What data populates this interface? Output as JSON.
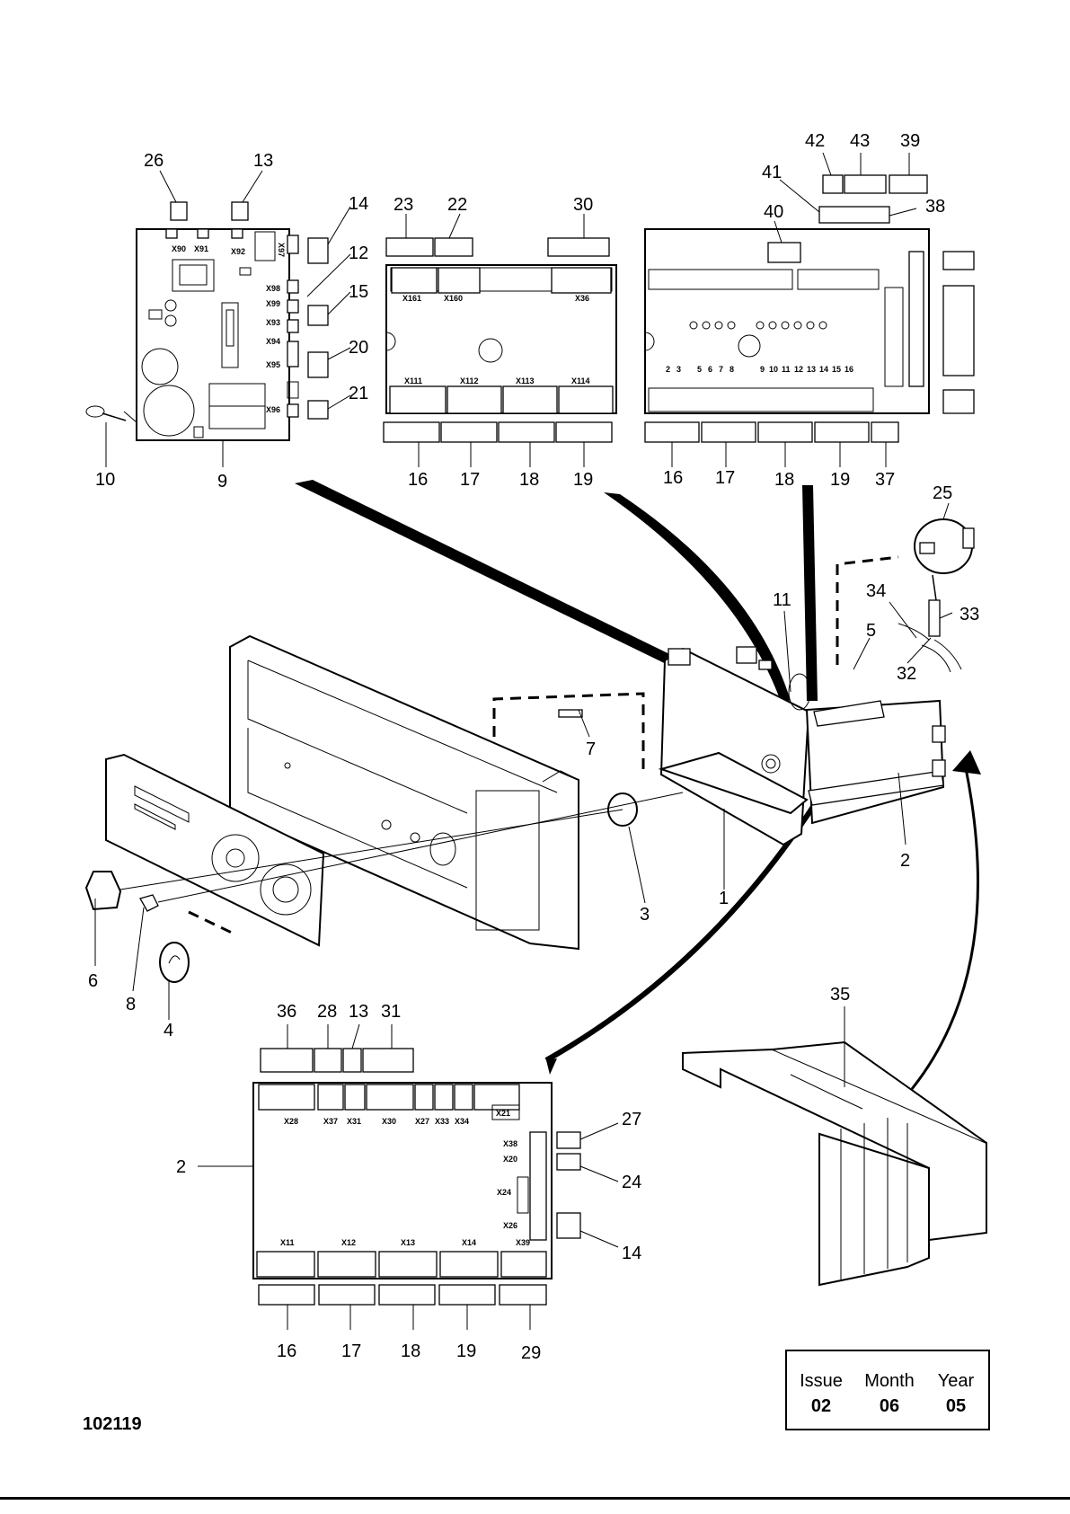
{
  "info": {
    "issue_label": "Issue",
    "month_label": "Month",
    "year_label": "Year",
    "issue": "02",
    "month": "06",
    "year": "05",
    "drawing_number": "102119"
  },
  "callouts": {
    "c1": "1",
    "c2": "2",
    "c2b": "2",
    "c3": "3",
    "c4": "4",
    "c5": "5",
    "c6": "6",
    "c7": "7",
    "c8": "8",
    "c9": "9",
    "c10": "10",
    "c11": "11",
    "c12": "12",
    "c13": "13",
    "c13b": "13",
    "c14": "14",
    "c14b": "14",
    "c15": "15",
    "c16a": "16",
    "c16b": "16",
    "c16c": "16",
    "c17a": "17",
    "c17b": "17",
    "c17c": "17",
    "c18a": "18",
    "c18b": "18",
    "c18c": "18",
    "c19a": "19",
    "c19b": "19",
    "c19c": "19",
    "c20": "20",
    "c21": "21",
    "c22": "22",
    "c23": "23",
    "c24": "24",
    "c25": "25",
    "c26": "26",
    "c27": "27",
    "c28": "28",
    "c29": "29",
    "c30": "30",
    "c31": "31",
    "c32": "32",
    "c33": "33",
    "c34": "34",
    "c35": "35",
    "c36": "36",
    "c37": "37",
    "c38": "38",
    "c39": "39",
    "c40": "40",
    "c41": "41",
    "c42": "42",
    "c43": "43"
  },
  "connectors": {
    "x90": "X90",
    "x91": "X91",
    "x92": "X92",
    "x97": "X97",
    "x98": "X98",
    "x99": "X99",
    "x93": "X93",
    "x94": "X94",
    "x95": "X95",
    "x96": "X96",
    "x161": "X161",
    "x160": "X160",
    "x36": "X36",
    "x111": "X111",
    "x112": "X112",
    "x113": "X113",
    "x114": "X114",
    "x28": "X28",
    "x37": "X37",
    "x31": "X31",
    "x30": "X30",
    "x27": "X27",
    "x33": "X33",
    "x34": "X34",
    "x21": "X21",
    "x38": "X38",
    "x20": "X20",
    "x24": "X24",
    "x26": "X26",
    "x39": "X39",
    "x11": "X11",
    "x12": "X12",
    "x13": "X13",
    "x14": "X14"
  },
  "board_numbers": {
    "n2": "2",
    "n3": "3",
    "n5": "5",
    "n6": "6",
    "n7": "7",
    "n8": "8",
    "n9": "9",
    "n10": "10",
    "n11": "11",
    "n12": "12",
    "n13": "13",
    "n14": "14",
    "n15": "15",
    "n16": "16"
  }
}
